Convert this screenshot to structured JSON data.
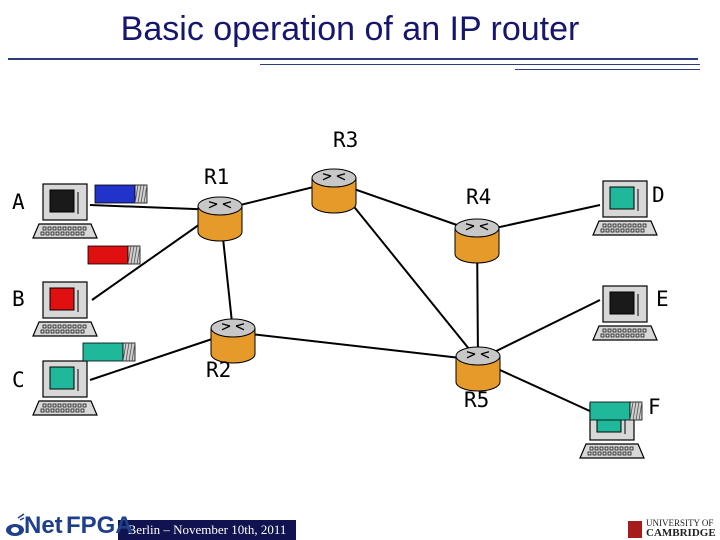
{
  "slide": {
    "title": "Basic operation of an IP router",
    "footer_date": "Berlin – November 10th, 2011",
    "logo_net": "Net",
    "logo_fpga": "FPGA",
    "cambridge_line1": "UNIVERSITY OF",
    "cambridge_line2": "CAMBRIDGE"
  },
  "hosts": [
    {
      "id": "A",
      "label": "A",
      "screen": "#1a1a1a"
    },
    {
      "id": "B",
      "label": "B",
      "screen": "#e01010"
    },
    {
      "id": "C",
      "label": "C",
      "screen": "#1fb89a"
    },
    {
      "id": "D",
      "label": "D",
      "screen": "#1fb89a"
    },
    {
      "id": "E",
      "label": "E",
      "screen": "#1a1a1a"
    },
    {
      "id": "F",
      "label": "F",
      "screen": "#1fb89a"
    }
  ],
  "routers": [
    {
      "id": "R1",
      "label": "R1"
    },
    {
      "id": "R2",
      "label": "R2"
    },
    {
      "id": "R3",
      "label": "R3"
    },
    {
      "id": "R4",
      "label": "R4"
    },
    {
      "id": "R5",
      "label": "R5"
    }
  ],
  "links": [
    [
      "A",
      "R1"
    ],
    [
      "B",
      "R1"
    ],
    [
      "C",
      "R2"
    ],
    [
      "R1",
      "R3"
    ],
    [
      "R1",
      "R2"
    ],
    [
      "R2",
      "R5"
    ],
    [
      "R3",
      "R4"
    ],
    [
      "R3",
      "R5"
    ],
    [
      "R4",
      "R5"
    ],
    [
      "R4",
      "D"
    ],
    [
      "R5",
      "E"
    ],
    [
      "R5",
      "F"
    ]
  ],
  "packets": [
    {
      "near": "A",
      "color": "#2233cc"
    },
    {
      "near": "B",
      "color": "#e01010"
    },
    {
      "near": "C",
      "color": "#1fb89a"
    },
    {
      "near": "F",
      "color": "#1fb89a"
    }
  ],
  "colors": {
    "title": "#16166e",
    "router_body": "#e59a2a",
    "router_top": "#c7c7c7",
    "host_body": "#d8d8d8",
    "packet_stripe": "#cfcfcf"
  }
}
